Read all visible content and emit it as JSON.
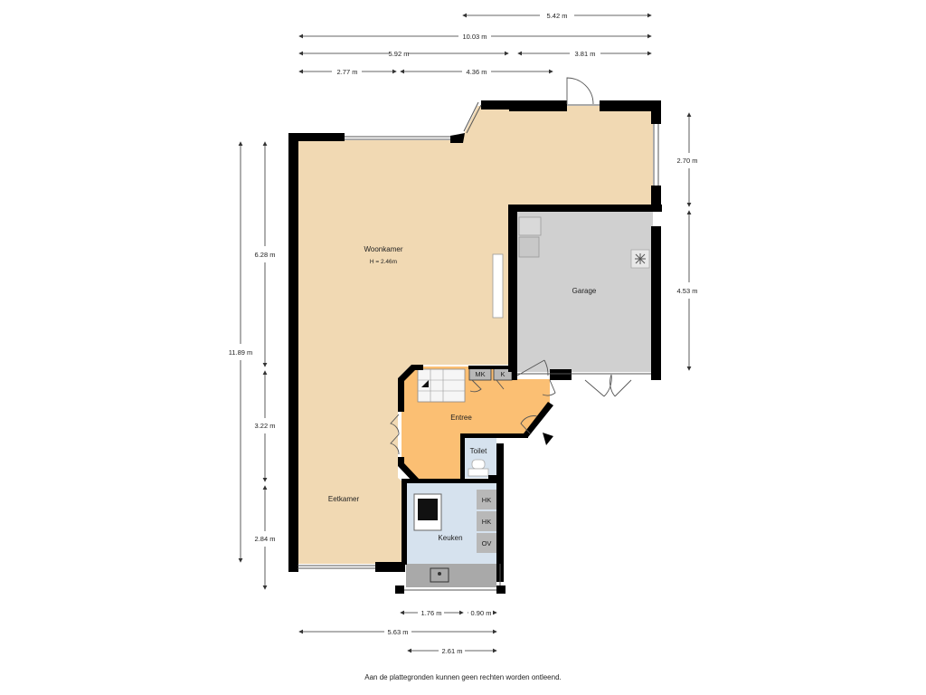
{
  "colors": {
    "wall": "#000000",
    "woonkamer": "#f1d9b3",
    "entree": "#fbbf73",
    "garage": "#d0d0d0",
    "keuken": "#d6e2ee",
    "toilet": "#d6e2ee",
    "counter": "#a9a9a9",
    "stair": "#f4f4f4",
    "dimension_line": "#333333"
  },
  "rooms": {
    "woonkamer": "Woonkamer",
    "woonkamer_height": "H = 2.46m",
    "garage": "Garage",
    "entree": "Entree",
    "toilet": "Toilet",
    "eetkamer": "Eetkamer",
    "keuken": "Keuken"
  },
  "appliances": {
    "mk": "MK",
    "k": "K",
    "hk1": "HK",
    "hk2": "HK",
    "ov": "OV"
  },
  "dimensions": {
    "top_542": "5.42 m",
    "top_1003": "10.03 m",
    "top_592": "5.92 m",
    "top_381": "3.81 m",
    "top_277": "2.77 m",
    "top_436": "4.36 m",
    "right_270": "2.70 m",
    "right_453": "4.53 m",
    "left_1189": "11.89 m",
    "left_628": "6.28 m",
    "left_322": "3.22 m",
    "left_284": "2.84 m",
    "bottom_176": "1.76 m",
    "bottom_090": "0.90 m",
    "bottom_563": "5.63 m",
    "bottom_261": "2.61 m"
  },
  "disclaimer": "Aan de plattegronden kunnen geen rechten worden ontleend."
}
